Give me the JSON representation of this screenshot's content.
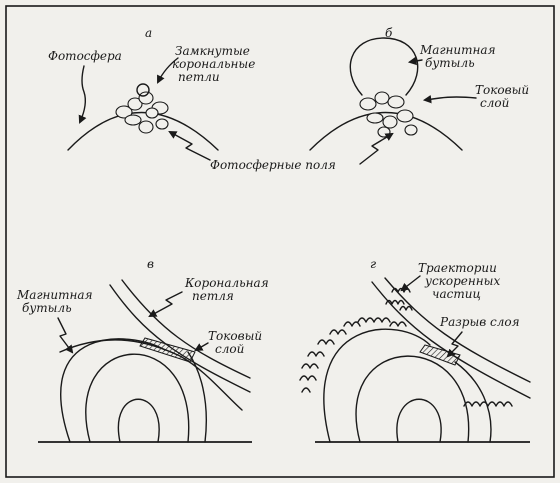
{
  "panels": {
    "a": {
      "letter": "а",
      "photosphere_label": "Фотосфера",
      "closed_loops_label": [
        "Замкнутые",
        "корональные",
        "петли"
      ]
    },
    "b": {
      "letter": "б",
      "magnetic_bottle_label": [
        "Магнитная",
        "бутыль"
      ],
      "current_sheet_label": [
        "Токовый",
        "слой"
      ]
    },
    "shared": {
      "photospheric_fields_label": "Фотосферные поля"
    },
    "c": {
      "letter": "в",
      "coronal_loop_label": [
        "Корональная",
        "петля"
      ],
      "magnetic_bottle_label": [
        "Магнитная",
        "бутыль"
      ],
      "current_sheet_label": [
        "Токовый",
        "слой"
      ]
    },
    "d": {
      "letter": "г",
      "trajectories_label": [
        "Траектории",
        "ускоренных",
        "частиц"
      ],
      "sheet_rupture_label": [
        "Разрыв слоя"
      ]
    }
  }
}
